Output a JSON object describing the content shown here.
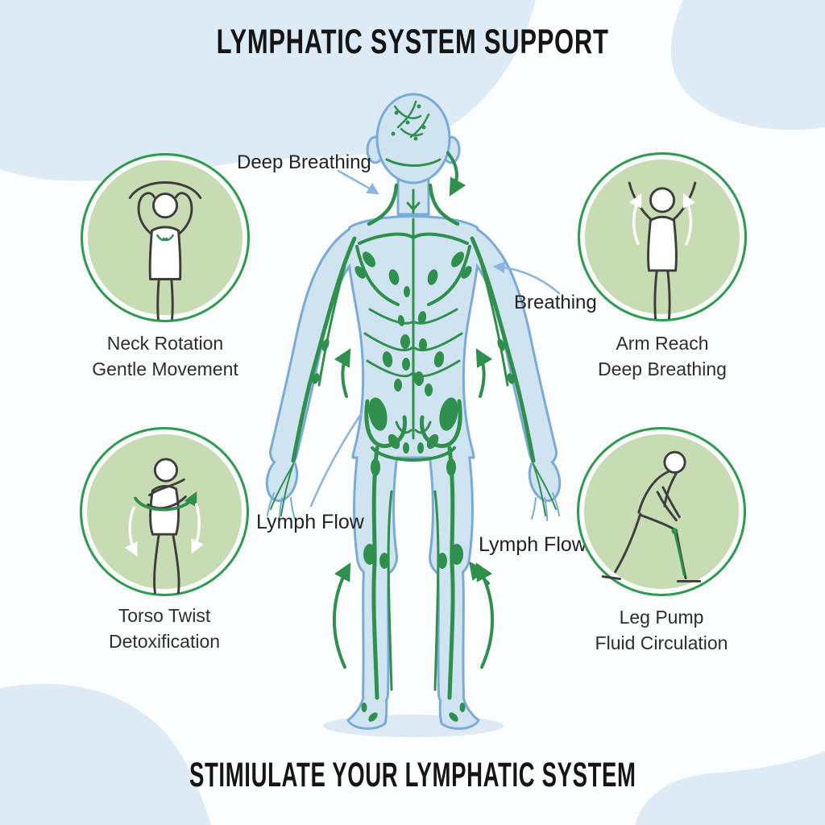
{
  "title": "LYMPHATIC SYSTEM SUPPORT",
  "footer_title": "STIMIULATE YOUR LYMPHATIC SYSTEM",
  "center_labels": {
    "deep_breathing": "Deep Breathing",
    "breathing": "Breathing",
    "lymph_flow_left": "Lymph Flow",
    "lymph_flow_right": "Lymph Flow"
  },
  "exercises": [
    {
      "name": "neck-rotation",
      "line1": "Neck Rotation",
      "line2": "Gentle Movement",
      "icon": "figure-hands-on-head-icon"
    },
    {
      "name": "arm-reach",
      "line1": "Arm Reach",
      "line2": "Deep Breathing",
      "icon": "figure-arms-raised-icon"
    },
    {
      "name": "torso-twist",
      "line1": "Torso Twist",
      "line2": "Detoxification",
      "icon": "figure-twisting-icon"
    },
    {
      "name": "leg-pump",
      "line1": "Leg Pump",
      "line2": "Fluid Circulation",
      "icon": "figure-leg-massage-icon"
    }
  ],
  "colors": {
    "background": "#fcfdfe",
    "corner_blob": "#dcebf6",
    "body_fill": "#cfe3f1",
    "body_outline": "#7aabd6",
    "lymph_green": "#2f8f4c",
    "circle_fill": "#c8dcb4",
    "circle_ring": "#2f9b51",
    "title_color": "#151515",
    "label_color": "#2d2d2d",
    "callout_arrow_blue": "#8ab5dd",
    "figure_line": "#3d3d3d",
    "ground_shadow": "#ddeaf6"
  }
}
